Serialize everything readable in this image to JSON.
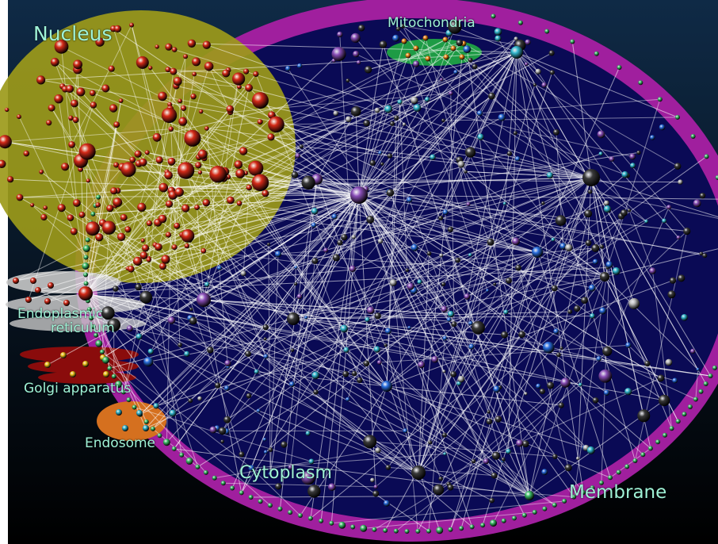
{
  "labels": {
    "nucleus": "Nucleus",
    "mitochondria": "Mitochondria",
    "er_line1": "Endoplasmic",
    "er_line2": "reticulum",
    "golgi": "Golgi apparatus",
    "endosome": "Endosome",
    "cytoplasm": "Cytoplasm",
    "membrane": "Membrane"
  },
  "colors": {
    "background_top": "#0f2a46",
    "background_bottom": "#000000",
    "cytoplasm_fill": "#0a0a55",
    "membrane": "#a01f9e",
    "nucleus_fill": "#9c9a1a",
    "mitochondria_fill": "#1e9b45",
    "er_fill": "#c8c8c8",
    "golgi_fill": "#8a0c0c",
    "endosome_fill": "#d5701f",
    "edge": "#ffffff",
    "label_text": "#9ff2d6",
    "node_nuclear": "#d42a18",
    "node_cytoplasm": "#111111",
    "node_blue": "#2a6fe0",
    "node_purple": "#8a4fb8",
    "node_cyan": "#34b8d0",
    "node_membrane": "#3fc06a",
    "node_mito": "#f08a1a",
    "node_golgi": "#f2c81e"
  },
  "icons": {
    "protein_node": "shaded-sphere"
  }
}
